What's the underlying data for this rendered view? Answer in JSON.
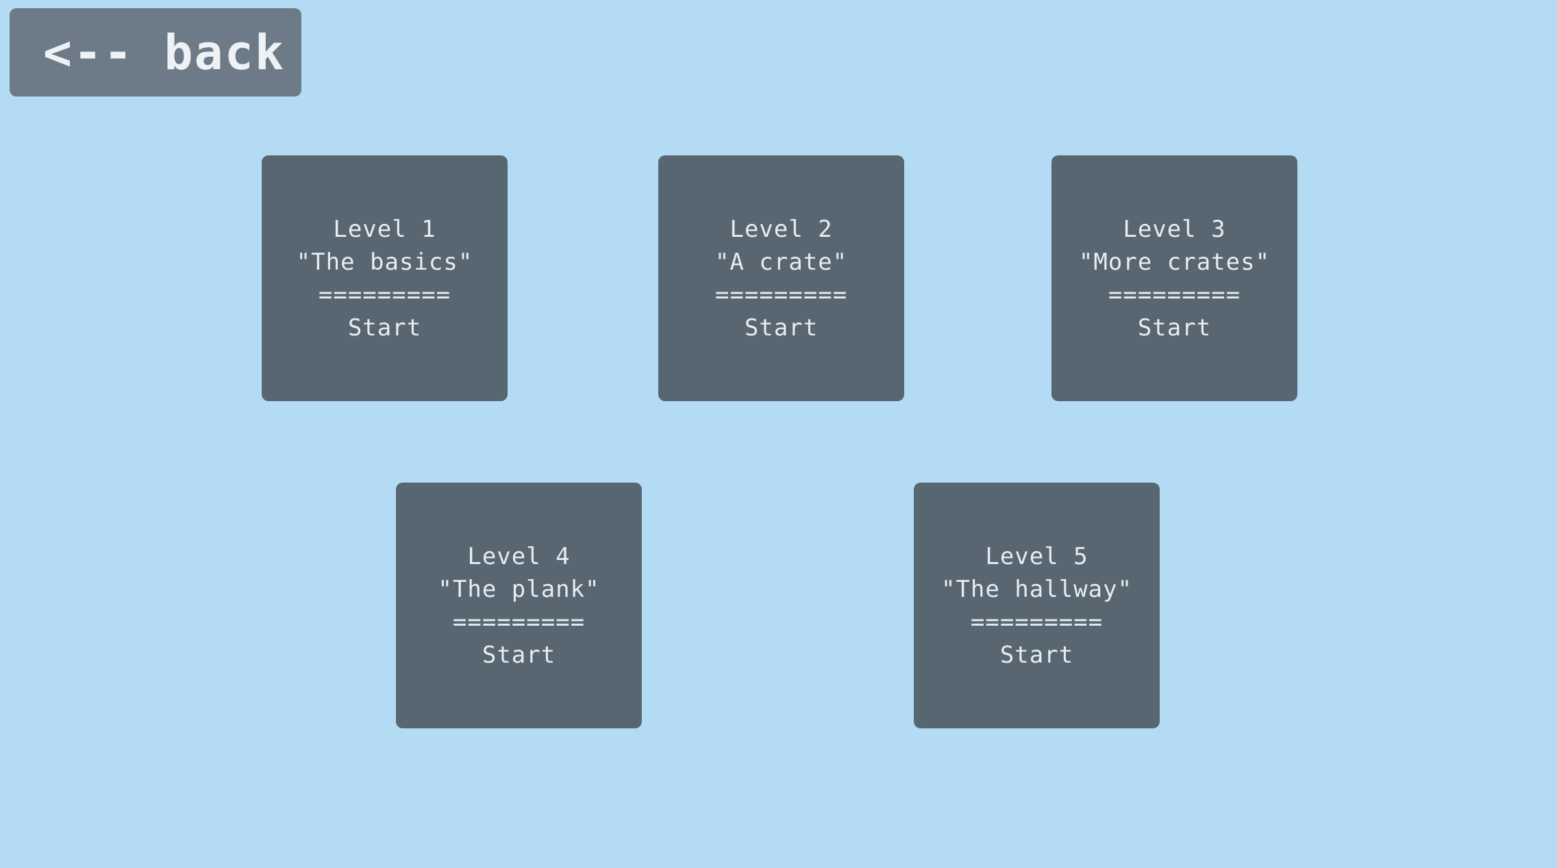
{
  "back": {
    "label": "<-- back",
    "icon": "arrow-left-icon"
  },
  "levels": [
    {
      "title": "Level 1",
      "subtitle": "\"The basics\"",
      "divider": "=========",
      "action": "Start"
    },
    {
      "title": "Level 2",
      "subtitle": "\"A crate\"",
      "divider": "=========",
      "action": "Start"
    },
    {
      "title": "Level 3",
      "subtitle": "\"More crates\"",
      "divider": "=========",
      "action": "Start"
    },
    {
      "title": "Level 4",
      "subtitle": "\"The plank\"",
      "divider": "=========",
      "action": "Start"
    },
    {
      "title": "Level 5",
      "subtitle": "\"The hallway\"",
      "divider": "=========",
      "action": "Start"
    }
  ],
  "colors": {
    "background": "#b3dbf4",
    "back_button": "#6c7b87",
    "card": "#576671",
    "text": "#e7ecef"
  }
}
